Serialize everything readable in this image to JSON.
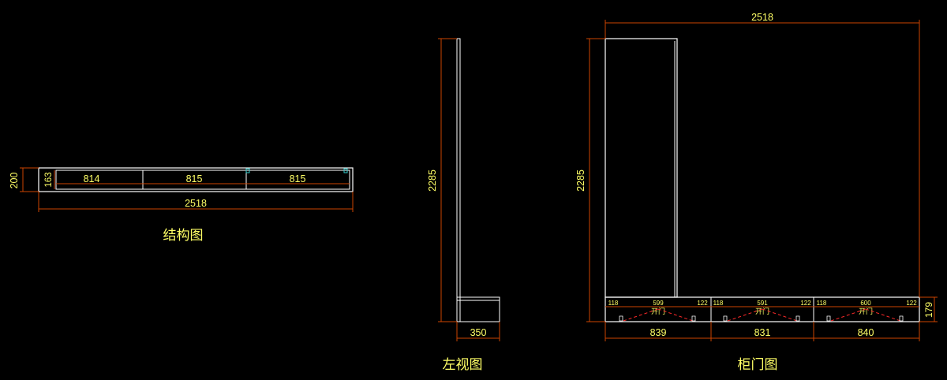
{
  "colors": {
    "background": "#000000",
    "outline": "#ffffff",
    "dimension_line": "#cc4400",
    "dimension_text": "#ffff66",
    "hinge_mark": "#ff2a2a",
    "accent": "#33cccc"
  },
  "structure_view": {
    "title": "结构图",
    "height": "200",
    "inner_height": "163",
    "bays": [
      "814",
      "815",
      "815"
    ],
    "total_width": "2518"
  },
  "left_view": {
    "title": "左视图",
    "height": "2285",
    "depth": "350"
  },
  "door_view": {
    "title": "柜门图",
    "top_width": "2518",
    "height": "2285",
    "base_height": "179",
    "sections": [
      {
        "left": "118",
        "center": "599",
        "right": "122",
        "label": "开门",
        "bottom": "839"
      },
      {
        "left": "118",
        "center": "591",
        "right": "122",
        "label": "开门",
        "bottom": "831"
      },
      {
        "left": "118",
        "center": "600",
        "right": "122",
        "label": "开门",
        "bottom": "840"
      }
    ]
  }
}
